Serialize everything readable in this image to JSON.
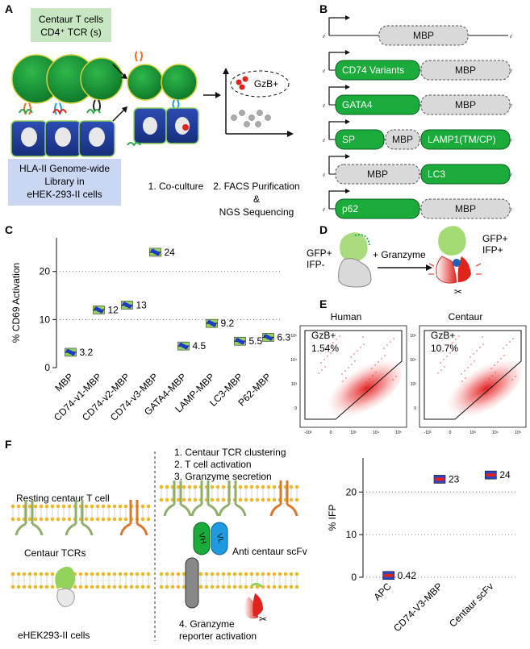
{
  "panels": {
    "a": "A",
    "b": "B",
    "c": "C",
    "d": "D",
    "e": "E",
    "f": "F"
  },
  "colors": {
    "green": "#1aab3a",
    "grey": "#d9d9d9",
    "navy": "#1f3a8a",
    "blue_box": "#c9d7f3",
    "green_box": "#c8e6c1",
    "red": "#e0231b",
    "lime": "#93d35c",
    "cyan": "#1e9be0"
  },
  "panel_a": {
    "tcell_label_line1": "Centaur  T cells",
    "tcell_label_line2": "CD4⁺ TCR (s)",
    "library_line1": "HLA-II Genome-wide",
    "library_line2": "Library in",
    "library_line3": "eHEK-293-II cells",
    "gzb_label": "GzB+",
    "step1": "1. Co-culture",
    "step2_line1": "2. FACS Purification",
    "step2_line2": "&",
    "step2_line3": "NGS Sequencing"
  },
  "panel_b": {
    "rows": [
      [
        "MBP"
      ],
      [
        "CD74 Variants",
        "MBP"
      ],
      [
        "GATA4",
        "MBP"
      ],
      [
        "SP",
        "MBP",
        "LAMP1(TM/CP)"
      ],
      [
        "MBP",
        "LC3"
      ],
      [
        "p62",
        "MBP"
      ]
    ]
  },
  "panel_d": {
    "left_line1": "GFP+",
    "left_line2": "IFP-",
    "arrow_label": "+ Granzyme",
    "right_line1": "GFP+",
    "right_line2": "IFP+"
  },
  "panel_e": {
    "plot1_title": "Human",
    "plot1_gate": "GzB+",
    "plot1_pct": "1.54%",
    "plot2_title": "Centaur",
    "plot2_gate": "GzB+",
    "plot2_pct": "10.7%"
  },
  "panel_f": {
    "resting_label": "Resting centaur T cell",
    "tcrs_label": "Centaur TCRs",
    "hek_label": "eHEK293-II cells",
    "step1": "1. Centaur TCR clustering",
    "step2": "2. T cell activation",
    "step3": "3. Granzyme secretion",
    "vh": "VH",
    "vl": "VL",
    "scfv_label": "Anti centaur scFv",
    "step4_line1": "4. Granzyme",
    "step4_line2": "reporter activation"
  },
  "chart_data": [
    {
      "type": "scatter",
      "ylabel": "% CD69 Activation",
      "ylim": [
        0,
        27
      ],
      "yticks": [
        0,
        10,
        20
      ],
      "grid": "dotted at 10 and 20",
      "categories": [
        "MBP",
        "CD74-v1-MBP",
        "CD74-v2-MBP",
        "CD74-v3-MBP",
        "GATA4-MBP",
        "LAMP-MBP",
        "LC3-MBP",
        "P62-MBP"
      ],
      "values": [
        3.2,
        12,
        13,
        24,
        4.5,
        9.2,
        5.5,
        6.3
      ],
      "value_labels": [
        "3.2",
        "12",
        "13",
        "24",
        "4.5",
        "9.2",
        "5.5",
        "6.3"
      ]
    },
    {
      "type": "scatter",
      "ylabel": "% IFP",
      "ylim": [
        0,
        28
      ],
      "yticks": [
        0,
        10,
        20
      ],
      "grid": "dotted at 10 and 20",
      "categories": [
        "APC",
        "CD74-V3-MBP",
        "Centaur scFv"
      ],
      "values": [
        0.42,
        23,
        24
      ],
      "value_labels": [
        "0.42",
        "23",
        "24"
      ]
    }
  ]
}
